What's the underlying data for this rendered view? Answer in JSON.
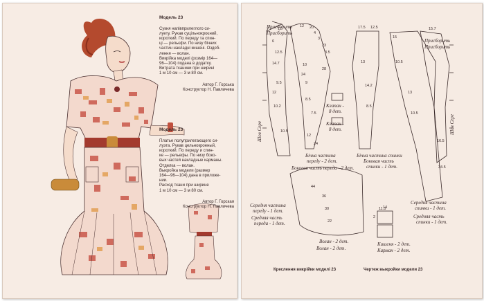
{
  "left_page": {
    "model_23_top": {
      "title": "Модель 23",
      "body": "Сукня напівприлеглого си-\nлуету. Рукав суцільнокроєний,\nкороткий. По переду та спин-\nці — рельєфи. По низу бічних\nчастин накладні кишені. Оздоб-\nлення — волан.\nВикрійка моделі (розмір 164—\n96—104) подана в додатку.\nВитрата тканини при ширині\n1 м 10 см — 3 м 80 см.",
      "author": "Автор Г. Горська\nКонструктор Н. Павличева"
    },
    "model_23_bottom": {
      "title": "Модель 23",
      "body": "Платье полуприлегающего си-\nлуэта. Рукав цельнокроеный,\nкороткий. По переду и спин-\nке — рельефы. По низу боко-\nвых частей накладные карманы.\nОтделка — волан.\nВыкройка модели (размер\n164—96—104) дана в приложе-\nнии.\nРасход ткани при ширине\n1 м 10 см — 3 м 80 см.",
      "author": "Автор Г. Горская\nКонструктор Н. Павличева"
    }
  },
  "right_page": {
    "caption_ua": "Креслення викрійки моделі 23",
    "caption_ru": "Чертеж выкройки модели 23",
    "piece_labels": {
      "prisborit_left": "Присборить",
      "prisborit_left2": "Присборить",
      "prisborit_right": "Присборить",
      "prisborit_right2": "Присборить",
      "shov_seredyny_left": "Шов Сере",
      "shov_seredyny_right": "Шов Сере",
      "klapan_ua": "Клапан -",
      "klapan_ua2": "8 дет.",
      "klapan_ru": "Клапан -",
      "klapan_ru2": "8 дет.",
      "bichna_pered_ua": "Бічна частина",
      "bichna_pered_ua2": "переду - 2 дет.",
      "bokova_pered_ru": "Боковая часть переда - 2 дет.",
      "bichna_spynky_ua": "Бічна частина спинки",
      "bichna_spynky_ru": "Боковая часть",
      "bichna_spynky_ru2": "спинки - 1 дет.",
      "seredna_pered_ua": "Середня частина",
      "seredna_pered_ua2": "переду - 1 дет.",
      "sredniaya_pered_ru": "Средняя часть",
      "sredniaya_pered_ru2": "переда - 1 дет.",
      "volan_ua": "Волан - 2 дет.",
      "volan_ru": "Волан - 2 дет.",
      "seredna_spynky_ua": "Середня частина",
      "seredna_spynky_ua2": "спинки - 1 дет.",
      "sredniaya_spynky_ru": "Средняя часть",
      "sredniaya_spynky_ru2": "спинки - 1 дет.",
      "kyshenia_ua": "Кишеня - 2 дет.",
      "karman_ru": "Карман - 2 дет."
    },
    "measurements": {
      "m1": "12",
      "m2": "12",
      "m3": "20",
      "m4": "4",
      "m5": "3",
      "m6": "6",
      "m7": "23",
      "m8": "3.5",
      "m9": "12.5",
      "m10": "14.7",
      "m11": "10",
      "m12": "28",
      "m13": "24",
      "m14": "9.5",
      "m15": "9",
      "m16": "12",
      "m17": "10.2",
      "m18": "8.5",
      "m19": "7.5",
      "m20": "10.5",
      "m21": "12",
      "m22": "24",
      "m23": "17.5",
      "m24": "12.5",
      "m25": "15.7",
      "m26": "15",
      "m27": "13",
      "m28": "10.5",
      "m29": "14.2",
      "m30": "13",
      "m31": "8.5",
      "m32": "10.5",
      "m33": "16.5",
      "m34": "34.5",
      "m35": "44",
      "m36": "36",
      "m37": "30",
      "m38": "22",
      "m39": "11.5",
      "m40": "2",
      "m41": "14"
    }
  }
}
